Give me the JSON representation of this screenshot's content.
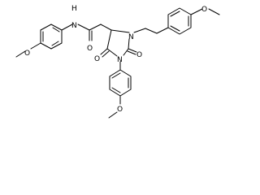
{
  "molecule": {
    "atoms": {
      "amide_nh": "H",
      "amide_n": "N",
      "amide_o": "O",
      "ring_n3": "N",
      "ring_n1": "N",
      "ring_o_c4": "O",
      "ring_o_c2": "O",
      "ome_left": "O",
      "ome_right": "O",
      "ome_bottom": "O"
    }
  }
}
